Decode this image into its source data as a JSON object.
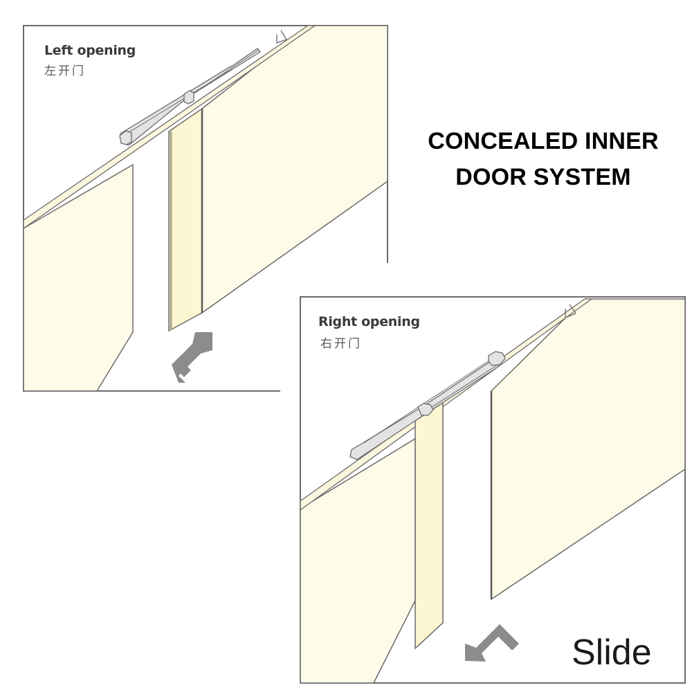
{
  "title": {
    "line1": "CONCEALED INNER",
    "line2": "DOOR SYSTEM"
  },
  "panels": [
    {
      "id": "left-opening",
      "label_en": "Left opening",
      "label_cn": "左开门",
      "arrow_direction": "up-right"
    },
    {
      "id": "right-opening",
      "label_en": "Right opening",
      "label_cn": "右开门",
      "arrow_direction": "down-left",
      "caption": "Slide"
    }
  ],
  "colors": {
    "wall_fill": "#fffbe9",
    "door_fill": "#fdf7d8",
    "outline": "#5e5e5e",
    "track_fill": "#e6e6e6",
    "arrow": "#8c8c8c",
    "text": "#000000"
  }
}
